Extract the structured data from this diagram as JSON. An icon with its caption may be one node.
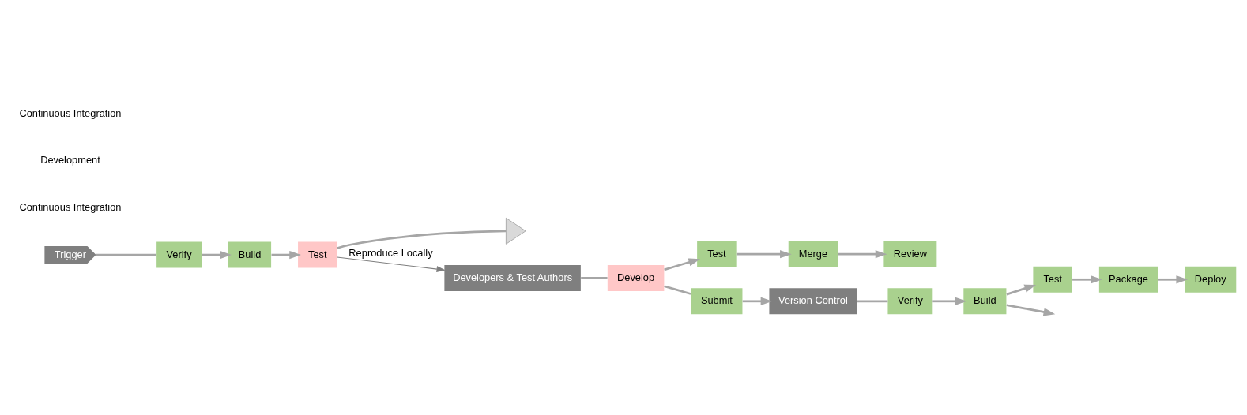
{
  "diagram": {
    "nodes": [
      {
        "text": [
          "Trigger"
        ]
      },
      {
        "text": [
          "Verify"
        ]
      },
      {
        "text": [
          "Build"
        ]
      },
      {
        "text": [
          "Test"
        ]
      },
      {
        "text": [],
        "shape": "triangle"
      },
      {
        "text": [
          "Developers & Test Authors"
        ]
      },
      {
        "text": [
          "Develop"
        ]
      },
      {
        "text": [
          "Test"
        ]
      },
      {
        "text": [
          "Merge"
        ]
      },
      {
        "text": [
          "Review"
        ]
      },
      {
        "text": [
          "Submit"
        ]
      },
      {
        "text": [
          "Version Control"
        ]
      },
      {
        "text": [
          "Verify"
        ]
      },
      {
        "text": [
          "Build"
        ]
      },
      {
        "text": [
          "Test"
        ]
      },
      {
        "text": [
          "Package"
        ]
      },
      {
        "text": [
          "Deploy"
        ]
      }
    ],
    "edges": [
      {
        "from": 0,
        "to": 1,
        "arrow": "none"
      },
      {
        "from": 1,
        "to": 2,
        "arrow": "to"
      },
      {
        "from": 2,
        "to": 3,
        "arrow": "to"
      },
      {
        "from": 3,
        "to": 4,
        "arrow": "none"
      },
      {
        "from": 3,
        "to": 5,
        "arrow": "to",
        "label": "Reproduce Locally",
        "color": "#7f7f7f"
      },
      {
        "from": 5,
        "to": 6,
        "arrow": "none"
      },
      {
        "from": 6,
        "to": 7,
        "arrow": "to"
      },
      {
        "from": 7,
        "to": 8,
        "arrow": "to"
      },
      {
        "from": 8,
        "to": 9,
        "arrow": "to"
      },
      {
        "from": 6,
        "to": 10,
        "arrow": "none"
      },
      {
        "from": 10,
        "to": 11,
        "arrow": "to"
      },
      {
        "from": 11,
        "to": 12,
        "arrow": "none"
      },
      {
        "from": 12,
        "to": 13,
        "arrow": "to"
      },
      {
        "from": 13,
        "to": 14,
        "arrow": "to"
      },
      {
        "from": 14,
        "to": 15,
        "arrow": "to"
      },
      {
        "from": 15,
        "to": 16,
        "arrow": "to"
      },
      {
        "from": 13,
        "to": null,
        "arrow": "to"
      }
    ],
    "labels": [
      "Continuous Integration",
      "Development",
      "Continuous Integration"
    ]
  }
}
